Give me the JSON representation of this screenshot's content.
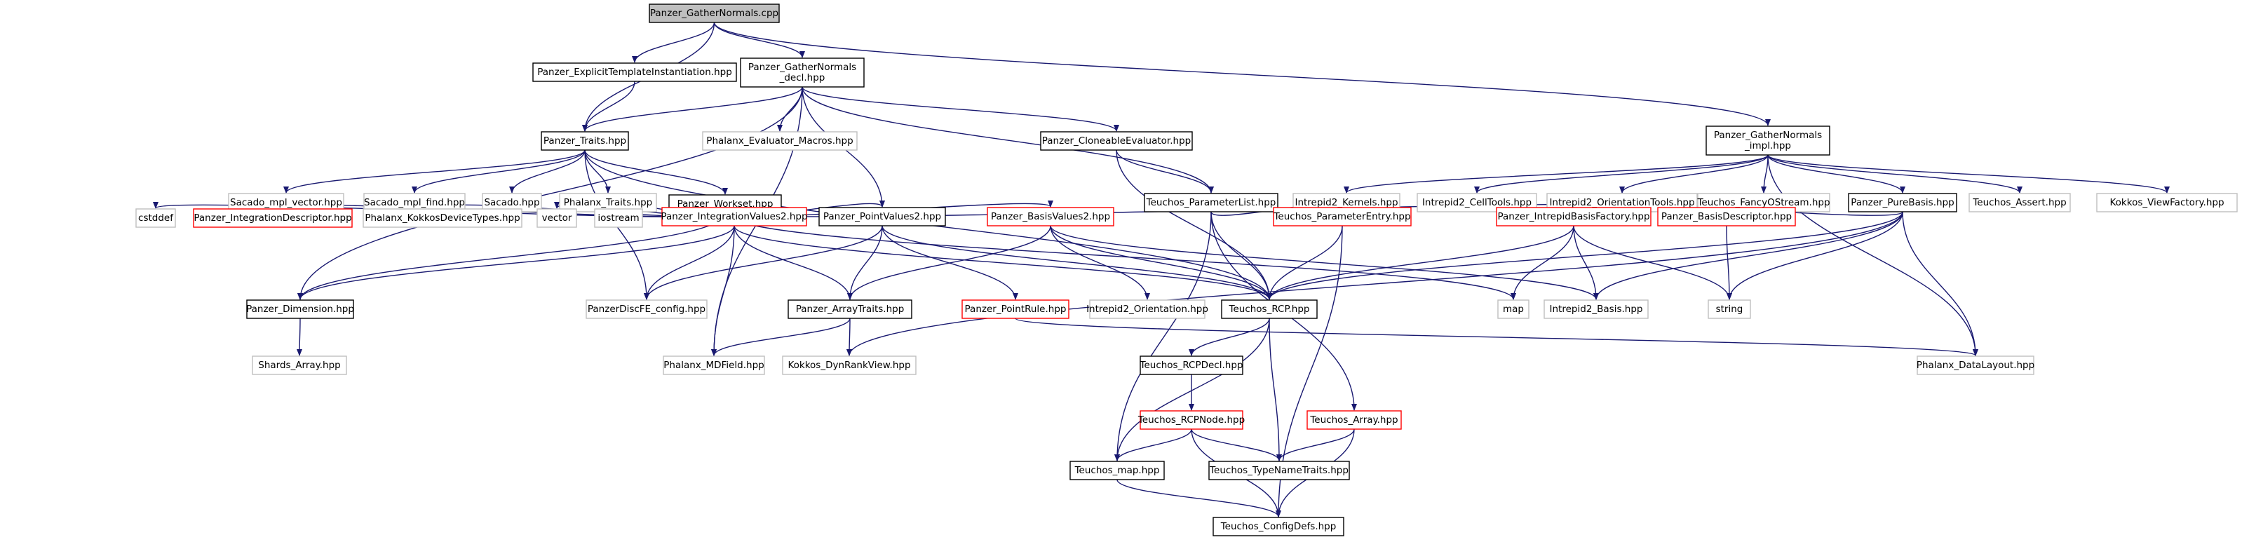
{
  "graph": {
    "colors": {
      "edge": "#191970",
      "root_fill": "#bfbfbf",
      "documented_border": "#000000",
      "undocumented_border": "#bfbfbf",
      "incomplete_border": "#ff0000",
      "node_fill": "#ffffff"
    },
    "nodes": [
      {
        "id": "n0",
        "lines": [
          "Panzer_GatherNormals.cpp"
        ],
        "kind": "root"
      },
      {
        "id": "n1",
        "lines": [
          "Panzer_ExplicitTemplateInstantiation.hpp"
        ],
        "kind": "documented"
      },
      {
        "id": "n2",
        "lines": [
          "Panzer_GatherNormals",
          "_decl.hpp"
        ],
        "kind": "documented"
      },
      {
        "id": "n3",
        "lines": [
          "Panzer_GatherNormals",
          "_impl.hpp"
        ],
        "kind": "documented"
      },
      {
        "id": "n4",
        "lines": [
          "Panzer_Traits.hpp"
        ],
        "kind": "documented"
      },
      {
        "id": "n5",
        "lines": [
          "Phalanx_Evaluator_Macros.hpp"
        ],
        "kind": "undocumented"
      },
      {
        "id": "n6",
        "lines": [
          "Panzer_CloneableEvaluator.hpp"
        ],
        "kind": "documented"
      },
      {
        "id": "n7",
        "lines": [
          "Sacado_mpl_vector.hpp"
        ],
        "kind": "undocumented"
      },
      {
        "id": "n8",
        "lines": [
          "Sacado_mpl_find.hpp"
        ],
        "kind": "undocumented"
      },
      {
        "id": "n9",
        "lines": [
          "Sacado.hpp"
        ],
        "kind": "undocumented"
      },
      {
        "id": "n10",
        "lines": [
          "Phalanx_Traits.hpp"
        ],
        "kind": "undocumented"
      },
      {
        "id": "n11",
        "lines": [
          "Teuchos_ParameterList.hpp"
        ],
        "kind": "documented"
      },
      {
        "id": "n12",
        "lines": [
          "Intrepid2_Kernels.hpp"
        ],
        "kind": "undocumented"
      },
      {
        "id": "n13",
        "lines": [
          "Intrepid2_CellTools.hpp"
        ],
        "kind": "undocumented"
      },
      {
        "id": "n14",
        "lines": [
          "Intrepid2_OrientationTools.hpp"
        ],
        "kind": "undocumented"
      },
      {
        "id": "n15",
        "lines": [
          "Teuchos_FancyOStream.hpp"
        ],
        "kind": "undocumented"
      },
      {
        "id": "n16",
        "lines": [
          "Panzer_PureBasis.hpp"
        ],
        "kind": "documented"
      },
      {
        "id": "n17",
        "lines": [
          "Teuchos_Assert.hpp"
        ],
        "kind": "undocumented"
      },
      {
        "id": "n18",
        "lines": [
          "Kokkos_ViewFactory.hpp"
        ],
        "kind": "undocumented"
      },
      {
        "id": "n19",
        "lines": [
          "Panzer_Workset.hpp"
        ],
        "kind": "documented"
      },
      {
        "id": "n20",
        "lines": [
          "cstddef"
        ],
        "kind": "undocumented"
      },
      {
        "id": "n21",
        "lines": [
          "Panzer_IntegrationDescriptor.hpp"
        ],
        "kind": "incomplete"
      },
      {
        "id": "n22",
        "lines": [
          "Phalanx_KokkosDeviceTypes.hpp"
        ],
        "kind": "undocumented"
      },
      {
        "id": "n23",
        "lines": [
          "vector"
        ],
        "kind": "undocumented"
      },
      {
        "id": "n24",
        "lines": [
          "iostream"
        ],
        "kind": "undocumented"
      },
      {
        "id": "n25",
        "lines": [
          "Panzer_IntegrationValues2.hpp"
        ],
        "kind": "incomplete"
      },
      {
        "id": "n26",
        "lines": [
          "Panzer_PointValues2.hpp"
        ],
        "kind": "documented"
      },
      {
        "id": "n27",
        "lines": [
          "Panzer_BasisValues2.hpp"
        ],
        "kind": "incomplete"
      },
      {
        "id": "n28",
        "lines": [
          "Teuchos_ParameterEntry.hpp"
        ],
        "kind": "incomplete"
      },
      {
        "id": "n29",
        "lines": [
          "Panzer_IntrepidBasisFactory.hpp"
        ],
        "kind": "incomplete"
      },
      {
        "id": "n30",
        "lines": [
          "Panzer_BasisDescriptor.hpp"
        ],
        "kind": "incomplete"
      },
      {
        "id": "n31",
        "lines": [
          "Panzer_Dimension.hpp"
        ],
        "kind": "documented"
      },
      {
        "id": "n32",
        "lines": [
          "PanzerDiscFE_config.hpp"
        ],
        "kind": "undocumented"
      },
      {
        "id": "n33",
        "lines": [
          "Panzer_ArrayTraits.hpp"
        ],
        "kind": "documented"
      },
      {
        "id": "n34",
        "lines": [
          "Panzer_PointRule.hpp"
        ],
        "kind": "incomplete"
      },
      {
        "id": "n35",
        "lines": [
          "Intrepid2_Orientation.hpp"
        ],
        "kind": "undocumented"
      },
      {
        "id": "n36",
        "lines": [
          "Teuchos_RCP.hpp"
        ],
        "kind": "documented"
      },
      {
        "id": "n37",
        "lines": [
          "map"
        ],
        "kind": "undocumented"
      },
      {
        "id": "n38",
        "lines": [
          "Intrepid2_Basis.hpp"
        ],
        "kind": "undocumented"
      },
      {
        "id": "n39",
        "lines": [
          "string"
        ],
        "kind": "undocumented"
      },
      {
        "id": "n40",
        "lines": [
          "Shards_Array.hpp"
        ],
        "kind": "undocumented"
      },
      {
        "id": "n41",
        "lines": [
          "Phalanx_MDField.hpp"
        ],
        "kind": "undocumented"
      },
      {
        "id": "n42",
        "lines": [
          "Kokkos_DynRankView.hpp"
        ],
        "kind": "undocumented"
      },
      {
        "id": "n43",
        "lines": [
          "Teuchos_RCPDecl.hpp"
        ],
        "kind": "documented"
      },
      {
        "id": "n44",
        "lines": [
          "Phalanx_DataLayout.hpp"
        ],
        "kind": "undocumented"
      },
      {
        "id": "n45",
        "lines": [
          "Teuchos_RCPNode.hpp"
        ],
        "kind": "incomplete"
      },
      {
        "id": "n46",
        "lines": [
          "Teuchos_Array.hpp"
        ],
        "kind": "incomplete"
      },
      {
        "id": "n47",
        "lines": [
          "Teuchos_map.hpp"
        ],
        "kind": "documented"
      },
      {
        "id": "n48",
        "lines": [
          "Teuchos_TypeNameTraits.hpp"
        ],
        "kind": "documented"
      },
      {
        "id": "n49",
        "lines": [
          "Teuchos_ConfigDefs.hpp"
        ],
        "kind": "documented"
      }
    ],
    "edges": [
      [
        "n0",
        "n1"
      ],
      [
        "n0",
        "n2"
      ],
      [
        "n0",
        "n3"
      ],
      [
        "n0",
        "n4"
      ],
      [
        "n1",
        "n4"
      ],
      [
        "n2",
        "n4"
      ],
      [
        "n2",
        "n5"
      ],
      [
        "n2",
        "n6"
      ],
      [
        "n2",
        "n11"
      ],
      [
        "n2",
        "n26"
      ],
      [
        "n2",
        "n31"
      ],
      [
        "n2",
        "n41"
      ],
      [
        "n3",
        "n12"
      ],
      [
        "n3",
        "n13"
      ],
      [
        "n3",
        "n14"
      ],
      [
        "n3",
        "n15"
      ],
      [
        "n3",
        "n16"
      ],
      [
        "n3",
        "n17"
      ],
      [
        "n3",
        "n18"
      ],
      [
        "n3",
        "n44"
      ],
      [
        "n4",
        "n7"
      ],
      [
        "n4",
        "n8"
      ],
      [
        "n4",
        "n9"
      ],
      [
        "n4",
        "n10"
      ],
      [
        "n4",
        "n19"
      ],
      [
        "n4",
        "n36"
      ],
      [
        "n4",
        "n32"
      ],
      [
        "n6",
        "n11"
      ],
      [
        "n6",
        "n36"
      ],
      [
        "n11",
        "n28"
      ],
      [
        "n11",
        "n36"
      ],
      [
        "n11",
        "n46"
      ],
      [
        "n11",
        "n47"
      ],
      [
        "n16",
        "n29"
      ],
      [
        "n16",
        "n36"
      ],
      [
        "n16",
        "n38"
      ],
      [
        "n16",
        "n39"
      ],
      [
        "n16",
        "n44"
      ],
      [
        "n16",
        "n42"
      ],
      [
        "n19",
        "n20"
      ],
      [
        "n19",
        "n21"
      ],
      [
        "n19",
        "n22"
      ],
      [
        "n19",
        "n23"
      ],
      [
        "n19",
        "n24"
      ],
      [
        "n19",
        "n25"
      ],
      [
        "n19",
        "n26"
      ],
      [
        "n19",
        "n27"
      ],
      [
        "n19",
        "n30"
      ],
      [
        "n19",
        "n31"
      ],
      [
        "n19",
        "n37"
      ],
      [
        "n25",
        "n31"
      ],
      [
        "n25",
        "n32"
      ],
      [
        "n25",
        "n33"
      ],
      [
        "n25",
        "n41"
      ],
      [
        "n25",
        "n36"
      ],
      [
        "n26",
        "n32"
      ],
      [
        "n26",
        "n33"
      ],
      [
        "n26",
        "n34"
      ],
      [
        "n26",
        "n36"
      ],
      [
        "n27",
        "n33"
      ],
      [
        "n27",
        "n35"
      ],
      [
        "n27",
        "n36"
      ],
      [
        "n27",
        "n38"
      ],
      [
        "n28",
        "n36"
      ],
      [
        "n28",
        "n49"
      ],
      [
        "n29",
        "n36"
      ],
      [
        "n29",
        "n37"
      ],
      [
        "n29",
        "n38"
      ],
      [
        "n29",
        "n39"
      ],
      [
        "n30",
        "n39"
      ],
      [
        "n31",
        "n40"
      ],
      [
        "n33",
        "n41"
      ],
      [
        "n33",
        "n42"
      ],
      [
        "n34",
        "n44"
      ],
      [
        "n36",
        "n43"
      ],
      [
        "n36",
        "n47"
      ],
      [
        "n36",
        "n48"
      ],
      [
        "n43",
        "n45"
      ],
      [
        "n45",
        "n47"
      ],
      [
        "n45",
        "n48"
      ],
      [
        "n45",
        "n49"
      ],
      [
        "n46",
        "n48"
      ],
      [
        "n46",
        "n49"
      ],
      [
        "n47",
        "n49"
      ]
    ]
  }
}
